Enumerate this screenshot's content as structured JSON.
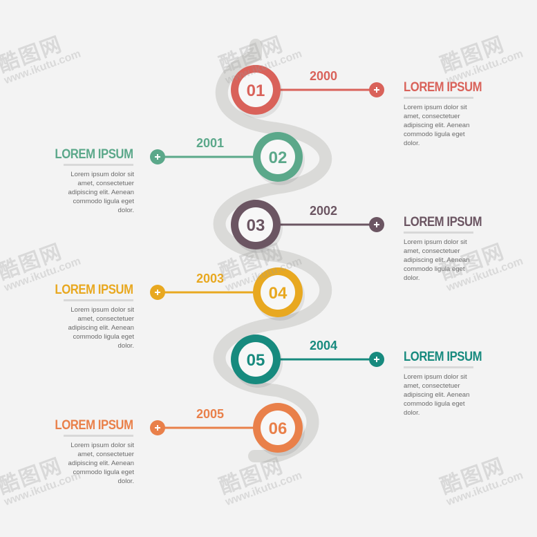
{
  "watermark": {
    "logo": "酷图网",
    "url": "www.ikutu.com"
  },
  "colors": {
    "background": "#f3f3f3",
    "path": "#dadad8",
    "bubble_face": "#f7f7f7"
  },
  "milestones": [
    {
      "number": "01",
      "year": "2000",
      "title": "LOREM IPSUM",
      "text": "Lorem ipsum dolor sit amet, consectetuer adipiscing elit. Aenean commodo ligula eget dolor.",
      "side": "right",
      "color": "#d9625a",
      "icon": "plus-icon"
    },
    {
      "number": "02",
      "year": "2001",
      "title": "LOREM IPSUM",
      "text": "Lorem ipsum dolor sit amet, consectetuer adipiscing elit. Aenean commodo ligula eget dolor.",
      "side": "left",
      "color": "#5ba88a",
      "icon": "plus-icon"
    },
    {
      "number": "03",
      "year": "2002",
      "title": "LOREM IPSUM",
      "text": "Lorem ipsum dolor sit amet, consectetuer adipiscing elit. Aenean commodo ligula eget dolor.",
      "side": "right",
      "color": "#6b5562",
      "icon": "plus-icon"
    },
    {
      "number": "04",
      "year": "2003",
      "title": "LOREM IPSUM",
      "text": "Lorem ipsum dolor sit amet, consectetuer adipiscing elit. Aenean commodo ligula eget dolor.",
      "side": "left",
      "color": "#e8a820",
      "icon": "plus-icon"
    },
    {
      "number": "05",
      "year": "2004",
      "title": "LOREM IPSUM",
      "text": "Lorem ipsum dolor sit amet, consectetuer adipiscing elit. Aenean commodo ligula eget dolor.",
      "side": "right",
      "color": "#178a7e",
      "icon": "plus-icon"
    },
    {
      "number": "06",
      "year": "2005",
      "title": "LOREM IPSUM",
      "text": "Lorem ipsum dolor sit amet, consectetuer adipiscing elit. Aenean commodo ligula eget dolor.",
      "side": "left",
      "color": "#e9804a",
      "icon": "plus-icon"
    }
  ]
}
